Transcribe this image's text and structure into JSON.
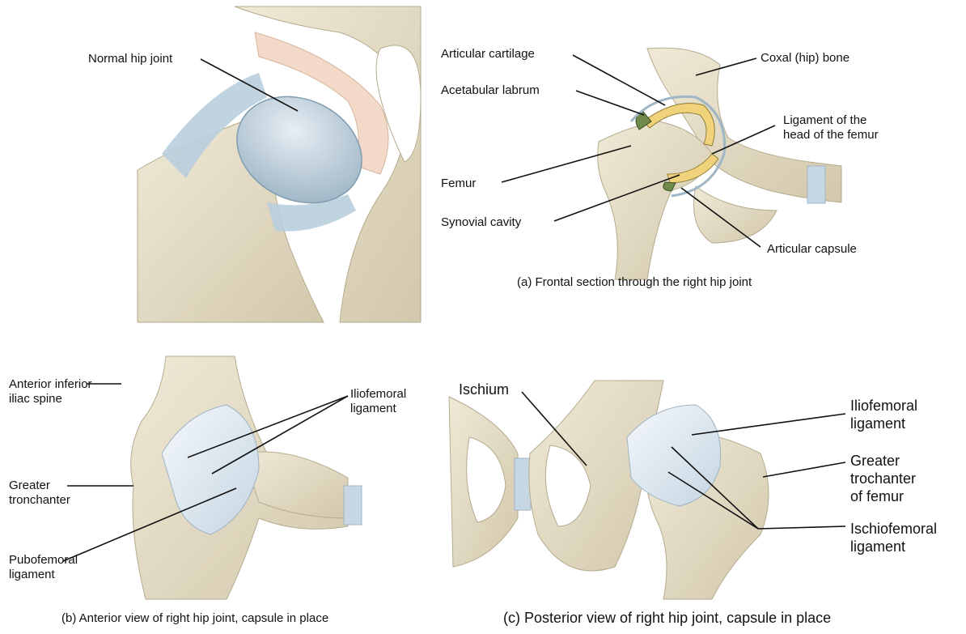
{
  "panel_top_left": {
    "labels": {
      "normal_hip_joint": "Normal hip joint"
    }
  },
  "panel_a": {
    "caption": "(a) Frontal section through the right hip joint",
    "labels": {
      "articular_cartilage": "Articular cartilage",
      "acetabular_labrum": "Acetabular labrum",
      "femur": "Femur",
      "synovial_cavity": "Synovial cavity",
      "coxal_bone": "Coxal (hip) bone",
      "ligament_head_line1": "Ligament of the",
      "ligament_head_line2": "head of the femur",
      "articular_capsule": "Articular capsule"
    }
  },
  "panel_b": {
    "caption": "(b) Anterior view of right hip joint, capsule in place",
    "labels": {
      "aiis_line1": "Anterior inferior",
      "aiis_line2": "iliac spine",
      "greater_line1": "Greater",
      "greater_line2": "tronchanter",
      "pubofemoral_line1": "Pubofemoral",
      "pubofemoral_line2": "ligament",
      "iliofemoral_line1": "Iliofemoral",
      "iliofemoral_line2": "ligament"
    }
  },
  "panel_c": {
    "caption": "(c) Posterior view of right hip joint, capsule in place",
    "labels": {
      "ischium": "Ischium",
      "iliofemoral_line1": "Iliofemoral",
      "iliofemoral_line2": "ligament",
      "greater_line1": "Greater",
      "greater_line2": "trochanter",
      "greater_line3": "of femur",
      "ischiofemoral_line1": "Ischiofemoral",
      "ischiofemoral_line2": "ligament"
    }
  },
  "colors": {
    "bone": "#e8e2cf",
    "bone_shadow": "#cfc6ab",
    "cartilage": "#b8cbd8",
    "marrow": "#f2d9c8",
    "ligament": "#d9e6f0",
    "yellow_cartilage": "#f0d27a",
    "leader_line": "#111111"
  }
}
